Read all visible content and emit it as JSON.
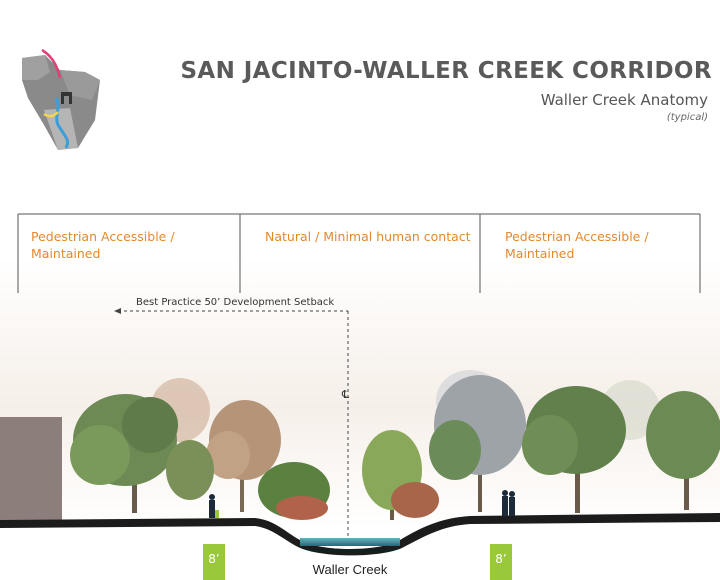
{
  "header": {
    "title": "SAN JACINTO-WALLER CREEK CORRIDOR",
    "subtitle": "Waller Creek Anatomy",
    "note": "(typical)"
  },
  "zones": [
    {
      "label": "Pedestrian Accessible / Maintained"
    },
    {
      "label": "Natural /  Minimal human contact"
    },
    {
      "label": "Pedestrian Accessible /\nMaintained"
    }
  ],
  "annotations": {
    "setback": "Best Practice 50’ Development Setback",
    "centerline": "℄",
    "walkway_left": "8’",
    "walkway_right": "8’",
    "creek_label": "Waller Creek"
  },
  "colors": {
    "zone_text": "#e4892b",
    "walkway": "#99c93a",
    "title": "#5a5a5a",
    "water": "#2e8f9a"
  },
  "icons": [
    "locator-map-icon",
    "person-icon",
    "tree-icon",
    "building-icon"
  ]
}
